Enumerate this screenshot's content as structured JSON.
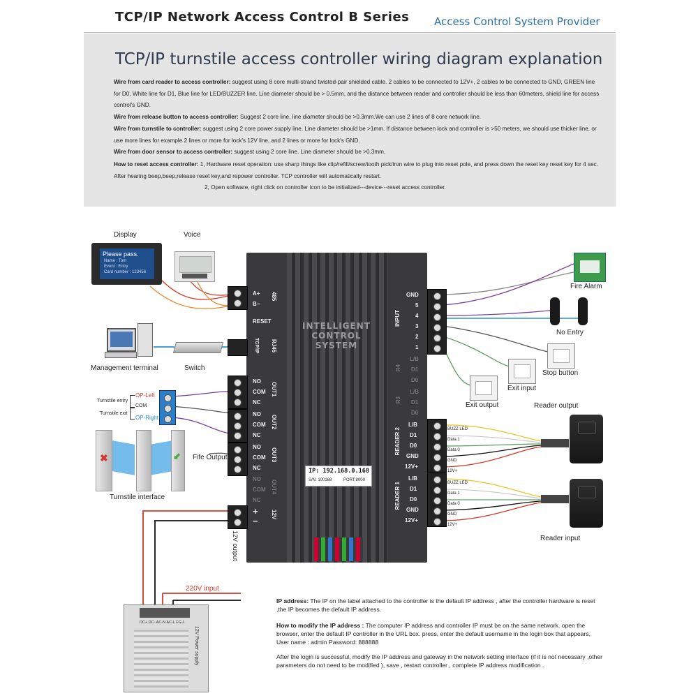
{
  "header": {
    "title": "TCP/IP  Network Access Control  B  Series",
    "right": "Access Control System Provider"
  },
  "panel": {
    "title": "TCP/IP  turnstile access controller wiring diagram explanation",
    "paragraphs": [
      {
        "bold": "Wire from card reader to access controller:",
        "text": " suggest using 8 core multi-strand twisted-pair shielded cable. 2 cables to be connected to 12V+, 2 cables to be connected to GND, GREEN line for D0, White line for D1, Blue line for LED/BUZZER line. Line diameter should be > 0.5mm, and the distance between reader and controller should be less than 60meters, shield line for access control's GND."
      },
      {
        "bold": "Wire from release button to access controller:",
        "text": " Suggest 2 core line, line diameter should be >0.3mm.We can use 2 lines of 8 core network line."
      },
      {
        "bold": "Wire from turnstile to controller:",
        "text": " suggest using 2 core power supply line. Line diameter should be >1mm. If distance between lock and controller is >50 meters, we should use thicker line, or use more lines for example 2 lines or more for lock's 12V line, and 2 lines or more for lock's GND."
      },
      {
        "bold": "Wire from door sensor to access controller:",
        "text": " suggest using 2 core line. Line diameter should be >0.3mm."
      },
      {
        "bold": "How to reset access controller:",
        "text": " 1, Hardware reset operation: use sharp things like clip/refill/screw/tooth pick/iron wire to plug into reset  pole,  and press down the reset key reset key for 4  sec.  After hearing beep,beep,release reset key,and repower  controller. TCP controller will automatically restart."
      },
      {
        "bold": "",
        "text": "2, Open software, right click on controller icon to be initialized---device---reset access controller."
      }
    ]
  },
  "devices": {
    "display": "Display",
    "voice": "Voice",
    "display_screen": [
      "Please pass.",
      "Name : Tom",
      "Event : Entry",
      "Card number : 123456"
    ],
    "management_terminal": "Management  terminal",
    "switch": "Switch",
    "turnstile_entry": "Turnstile entry",
    "turnstile_exit": "Turnstile exit",
    "op_left": "OP-Left",
    "com": "COM",
    "op_right": "OP-Right",
    "turnstile_interface": "Turnstile  interface",
    "fife_output": "Fife Output",
    "fire_alarm": "Fire Alarm",
    "no_entry": "No Entry",
    "stop_button": "Stop button",
    "exit_input": "Exit input",
    "exit_output": "Exit output",
    "reader_output": "Reader  output",
    "reader_input": "Reader  input",
    "power_220v": "220V  input",
    "output_12v": "12V output",
    "power_supply": "12V Power supply",
    "psu_terminals": "DC+  DC-  AC-N  AC-L  FG⏚"
  },
  "controller": {
    "center_text": [
      "INTELLIGENT",
      "CONTROL",
      "SYSTEM"
    ],
    "ip_label": "IP: 192.168.0.168",
    "sn_label": "S/N: 100168",
    "port_label": "PORT:8000",
    "left_ports": {
      "a_plus": "A+",
      "b_minus": "B−",
      "p485": "485",
      "reset": "RESET",
      "tcpip": "TCP/IP",
      "rj45": "RJ45",
      "no": "NO",
      "com": "COM",
      "nc": "NC",
      "out1": "OUT1",
      "out2": "OUT2",
      "out3": "OUT3",
      "out4": "OUT4",
      "plus": "+",
      "minus": "−",
      "v12": "12V"
    },
    "right_ports": {
      "input": "INPUT",
      "input_pins": [
        "GND",
        "5",
        "4",
        "3",
        "2",
        "1"
      ],
      "r4": "R4",
      "r3": "R3",
      "r_pins": [
        "L/B",
        "D1",
        "D0"
      ],
      "reader2": "READER 2",
      "reader1": "READER 1",
      "reader_pins": [
        "L/B",
        "D1",
        "D0",
        "GND",
        "12V+"
      ]
    },
    "wire_labels": [
      "BUZZ LED",
      "Data 1",
      "Data 0",
      "GND",
      "12V+"
    ]
  },
  "notes": {
    "ip_bold": "IP address:",
    "ip_text": "  The IP on the label attached to the controller is the default IP address , after the controller hardware is reset ,the IP becomes the default IP address.",
    "modify_bold": "How to modify the IP address :",
    "modify_text": " The computer IP address and controller IP must be on the same network. open the browser, enter the default IP controller in the URL box.  press, enter  the default username  in the login box that appears, User name : admin  Password: 888888",
    "after_text": "After the login is successful, modify the IP address and gateway in the network setting interface (if it is not  necessary ,other  parameters do not need to be modified ),  save , restart  controller , complete  IP address modification ."
  },
  "colors": {
    "accent_blue": "#2a6fa8",
    "op_left": "#d0392b",
    "op_right": "#2a8fd0",
    "power_red": "#d0392b"
  }
}
